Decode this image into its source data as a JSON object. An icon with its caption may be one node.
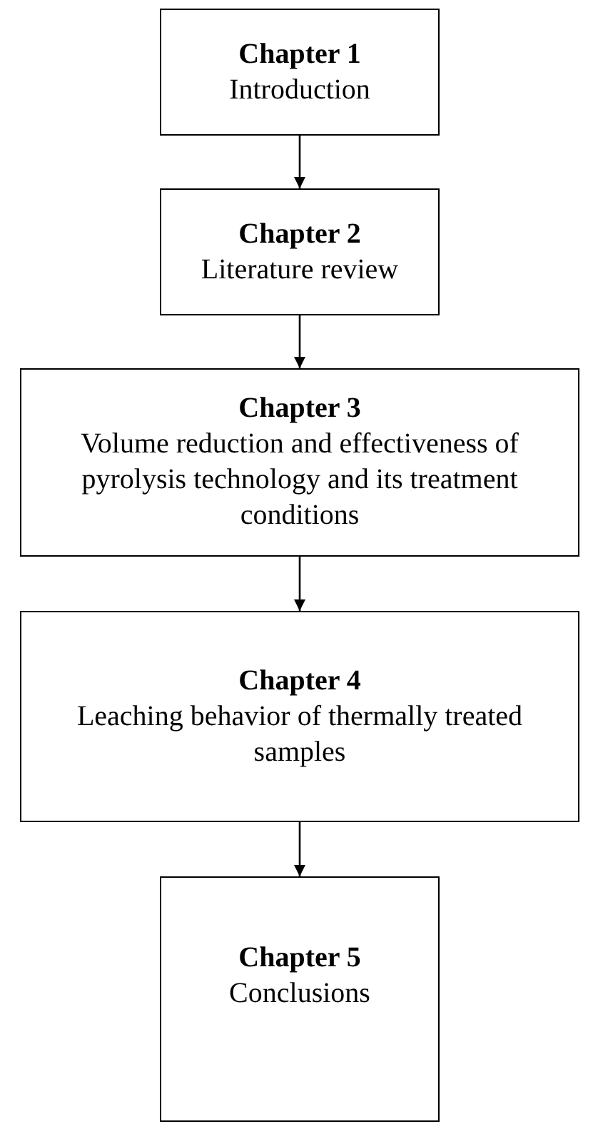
{
  "diagram": {
    "nodes": [
      {
        "text": [
          "Chapter 1",
          "Introduction"
        ]
      },
      {
        "text": [
          "Chapter 2",
          "Literature review"
        ]
      },
      {
        "text": [
          "Chapter 3",
          "Volume reduction and effectiveness of pyrolysis technology and its treatment conditions"
        ]
      },
      {
        "text": [
          "Chapter 4",
          "Leaching behavior of thermally treated samples"
        ]
      },
      {
        "text": [
          "Chapter 5",
          "Conclusions"
        ]
      }
    ],
    "edges": [
      {
        "from": 0,
        "to": 1,
        "arrow": "to"
      },
      {
        "from": 1,
        "to": 2,
        "arrow": "to"
      },
      {
        "from": 2,
        "to": 3,
        "arrow": "to"
      },
      {
        "from": 3,
        "to": 4,
        "arrow": "to"
      }
    ]
  }
}
